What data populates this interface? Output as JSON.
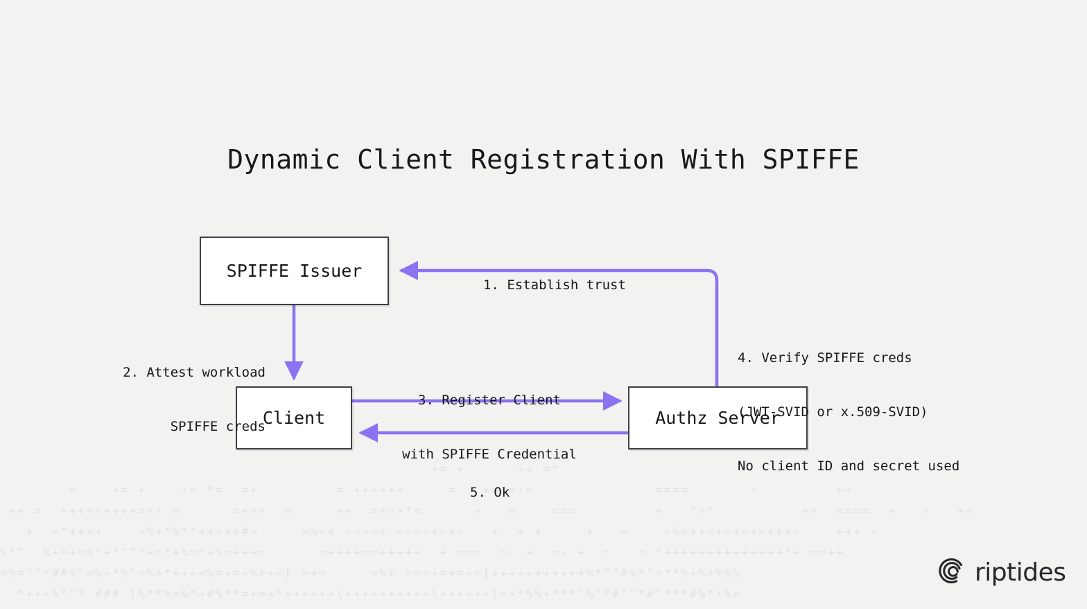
{
  "page": {
    "title": "Dynamic Client Registration With SPIFFE",
    "background_color": "#f2f2f1",
    "accent_color": "#8c72f0",
    "node_border_color": "#3f3f46",
    "node_fill_color": "#ffffff",
    "text_color": "#18181b",
    "watermark_color": "#e2e2e0"
  },
  "nodes": [
    {
      "id": "spiffe-issuer",
      "label": "SPIFFE Issuer"
    },
    {
      "id": "client",
      "label": "Client"
    },
    {
      "id": "authz-server",
      "label": "Authz Server"
    }
  ],
  "edges": [
    {
      "id": "edge-1",
      "from": "authz-server",
      "to": "spiffe-issuer",
      "label": "1. Establish trust"
    },
    {
      "id": "edge-2",
      "from": "spiffe-issuer",
      "to": "client",
      "label_line1": "2. Attest workload",
      "label_line2": "SPIFFE creds"
    },
    {
      "id": "edge-3",
      "from": "client",
      "to": "authz-server",
      "label_line1": "3. Register Client",
      "label_line2": "with SPIFFE Credential"
    },
    {
      "id": "edge-4",
      "from": "authz-server",
      "to": "spiffe-issuer",
      "label_line1": "4. Verify SPIFFE creds",
      "label_line2": "(JWT-SVID or x.509-SVID)",
      "label_line3": "No client ID and secret used"
    },
    {
      "id": "edge-5",
      "from": "authz-server",
      "to": "client",
      "label": "5. Ok"
    }
  ],
  "brand": {
    "name": "riptides",
    "icon": "riptides-spiral-icon"
  },
  "decoration": {
    "ascii_art": "                                                  += +      ++ =*                         +   ..+\n        =    += +    += *=  =+         = ++++++     =   +=+=+=              ====       +         ++\n ++ =  +++++++++=++ =      =+++  =     ++  =+=+*=      +   =    ===         +   *+*          ++  ====  +   +   ++\n   +  =*++++    =%+*%**++=++#=     =%=+ ====+ ====+=+=   +  + +     +   =    =%=++=+=+=+=+++=    +++ =\n%*\"  %+=+=%*+*\"\"*+=*+%=*+%=+++=      =++++==+++++  + ===  =- +  =- +  =   = *++++++++++++++*+ ==++\n=%=\"\"*##%\"=%+*%\"=%+*+++=%=+=+%++=[ =+=     =%+ ===+=+=+=[+++++++++++%*\"\"#%*\"=**%+%+%%%\n  *+++%*\"* ### [%**%=%*+#%**=+=+*++++++\\++++++++++\\++++++[=+*%%+***\"%\"*#\"\"*#\"***#%*+%="
  }
}
